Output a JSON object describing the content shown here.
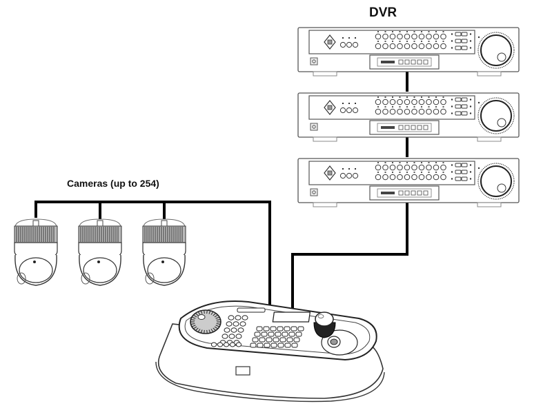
{
  "diagram": {
    "title": "DVR / Camera / Keyboard Controller Connection",
    "labels": {
      "dvr": "DVR",
      "cameras": "Cameras (up to 254)"
    },
    "nodes": {
      "dvrs": [
        {
          "id": "dvr-1",
          "type": "DVR"
        },
        {
          "id": "dvr-2",
          "type": "DVR"
        },
        {
          "id": "dvr-3",
          "type": "DVR"
        }
      ],
      "cameras": [
        {
          "id": "camera-1",
          "type": "Speed dome camera"
        },
        {
          "id": "camera-2",
          "type": "Speed dome camera"
        },
        {
          "id": "camera-3",
          "type": "Speed dome camera"
        }
      ],
      "controller": {
        "id": "keyboard-controller",
        "type": "System keyboard controller with joystick"
      }
    },
    "edges": [
      {
        "from": "dvr-1",
        "to": "dvr-2"
      },
      {
        "from": "dvr-2",
        "to": "dvr-3"
      },
      {
        "from": "dvr-3",
        "to": "keyboard-controller"
      },
      {
        "from": "camera-1",
        "to": "keyboard-controller"
      },
      {
        "from": "camera-2",
        "to": "keyboard-controller"
      },
      {
        "from": "camera-3",
        "to": "keyboard-controller"
      }
    ],
    "colors": {
      "line": "#000000",
      "outline": "#555555",
      "fill": "#ffffff",
      "dark": "#222222"
    }
  }
}
